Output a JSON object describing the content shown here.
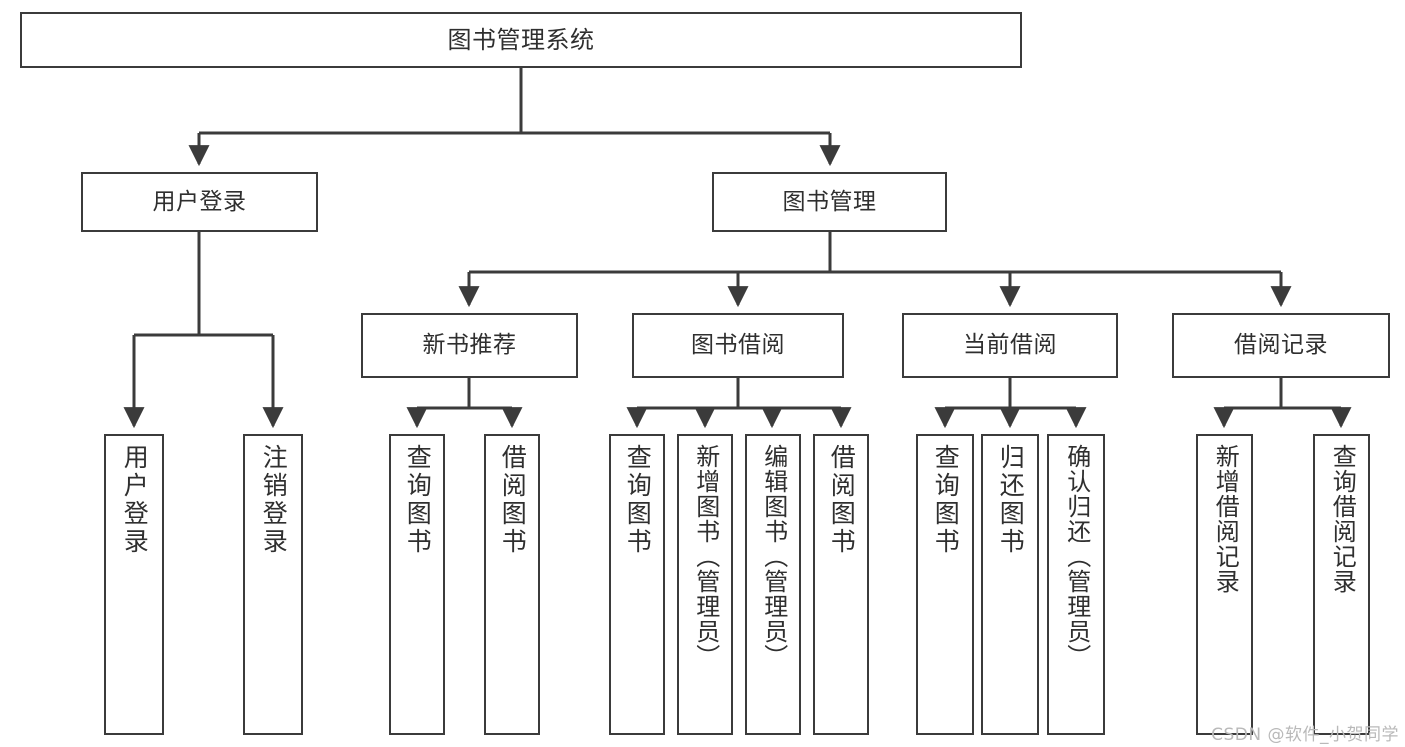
{
  "diagram": {
    "title": "图书管理系统",
    "type": "tree",
    "watermark": "CSDN @软件_小贺同学",
    "colors": {
      "background": "#ffffff",
      "border": "#3b3b3b",
      "text": "#2f2f2f",
      "edge": "#3b3b3b",
      "watermark": "#b9b9b9"
    },
    "root": {
      "label": "图书管理系统"
    },
    "level2": [
      {
        "label": "用户登录"
      },
      {
        "label": "图书管理"
      }
    ],
    "level3": [
      {
        "label": "新书推荐"
      },
      {
        "label": "图书借阅"
      },
      {
        "label": "当前借阅"
      },
      {
        "label": "借阅记录"
      }
    ],
    "leaves": {
      "user_login": [
        {
          "label": "用户登录"
        },
        {
          "label": "注销登录"
        }
      ],
      "new_book": [
        {
          "label": "查询图书"
        },
        {
          "label": "借阅图书"
        }
      ],
      "book_borrow": [
        {
          "label": "查询图书"
        },
        {
          "label": "新增图书（管理员）"
        },
        {
          "label": "编辑图书（管理员）"
        },
        {
          "label": "借阅图书"
        }
      ],
      "current_borrow": [
        {
          "label": "查询图书"
        },
        {
          "label": "归还图书"
        },
        {
          "label": "确认归还（管理员）"
        }
      ],
      "borrow_record": [
        {
          "label": "新增借阅记录"
        },
        {
          "label": "查询借阅记录"
        }
      ]
    }
  }
}
